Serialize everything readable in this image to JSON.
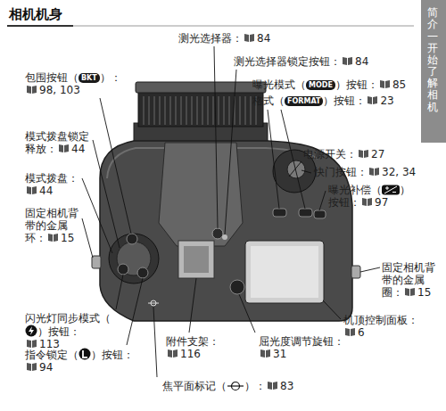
{
  "diagram": {
    "title": "相机机身",
    "labels": [
      "简介—开始了解相机",
      "测光选择器：",
      "84",
      "测光选择器锁定按钮：",
      "84",
      "曝光模式（",
      "MODE",
      "）按钮：",
      "85",
      "格式（",
      "FORMAT",
      "）按钮：",
      "23",
      "包围按钮（",
      "BKT",
      "）：",
      "98, 103",
      "模式拨盘锁定释放：",
      "44",
      "模式拨盘：",
      "44",
      "固定相机背带的金属环：",
      "15",
      "电源开关：",
      "27",
      "快门按钮：",
      "32, 34",
      "曝光补偿（",
      "）按钮：",
      "97",
      "固定相机背带的金属圈：",
      "15",
      "机顶控制面板：",
      "6",
      "闪光灯同步模式（",
      "）按钮：",
      "113",
      "指令锁定（",
      "）按钮：",
      "94",
      "附件支架：",
      "116",
      "屈光度调节旋钮：",
      "31",
      "焦平面标记（",
      "）：",
      "83"
    ]
  }
}
